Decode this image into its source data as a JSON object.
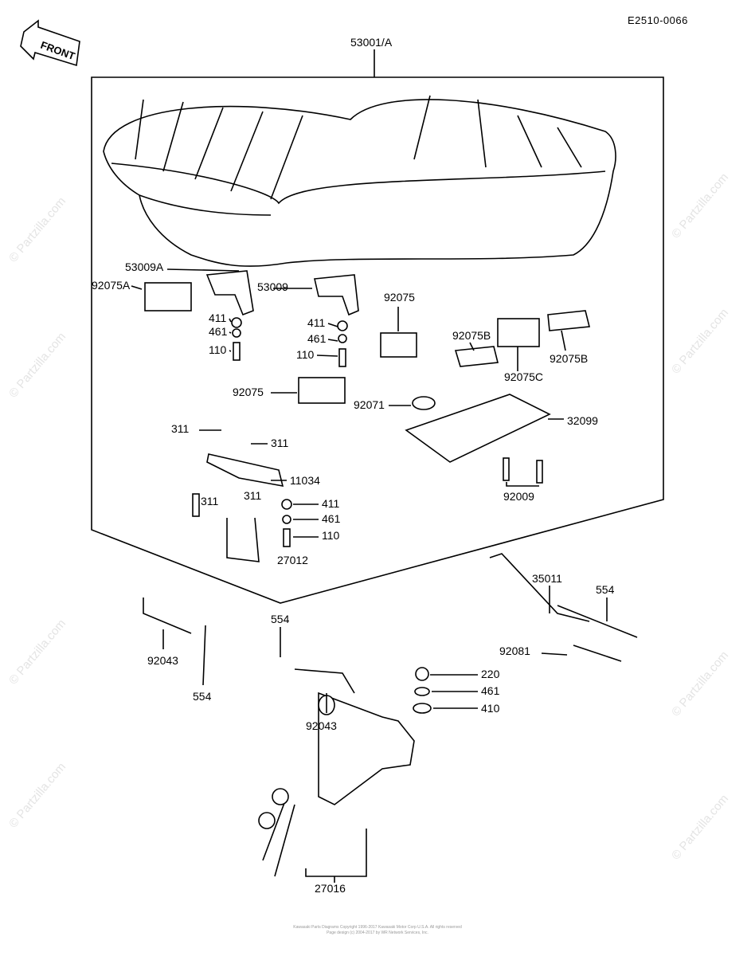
{
  "diagram_code": "E2510-0066",
  "front_label": "FRONT",
  "watermark": "© Partzilla.com",
  "labels": [
    "53001/A",
    "53009A",
    "92075A",
    "53009",
    "411",
    "461",
    "110",
    "92075",
    "411",
    "461",
    "110",
    "92075B",
    "92075B",
    "92075C",
    "92075",
    "92071",
    "32099",
    "311",
    "311",
    "11034",
    "311",
    "311",
    "411",
    "461",
    "110",
    "27012",
    "92009",
    "35011",
    "554",
    "92081",
    "92043",
    "554",
    "554",
    "92043",
    "220",
    "461",
    "410",
    "27016"
  ],
  "footer": {
    "line1": "Kawasaki Parts Diagrams Copyright 1996-2017 Kawasaki Motor Corp U.S.A. All rights reserved",
    "line2": "Page design (c) 2004-2017 by WR Network Services, Inc."
  }
}
